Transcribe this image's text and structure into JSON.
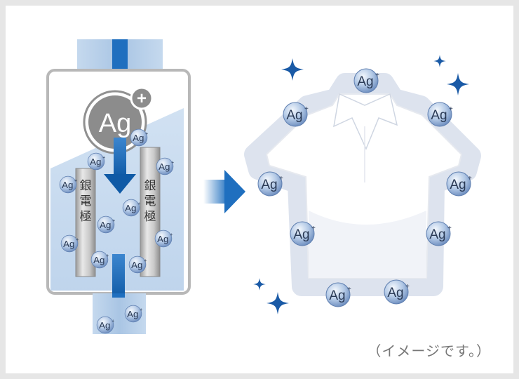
{
  "electrode": {
    "symbol": "Ag",
    "symbol_charge": "+",
    "left_label": "銀電極",
    "right_label": "銀電極"
  },
  "ion": {
    "symbol": "Ag",
    "charge": "+"
  },
  "caption": "（イメージです。）",
  "colors": {
    "pipe_blue": "#b9d2ea",
    "flow_arrow": "#1565b0",
    "sparkle": "#1a5aa6",
    "ion_fill": "#9db8dc",
    "container_border": "#b8b8b8",
    "shirt_halo": "#dde3ee"
  },
  "icons": {
    "sparkle": "sparkle-icon",
    "flow": "arrow-down-icon",
    "direction": "arrow-right-icon"
  }
}
